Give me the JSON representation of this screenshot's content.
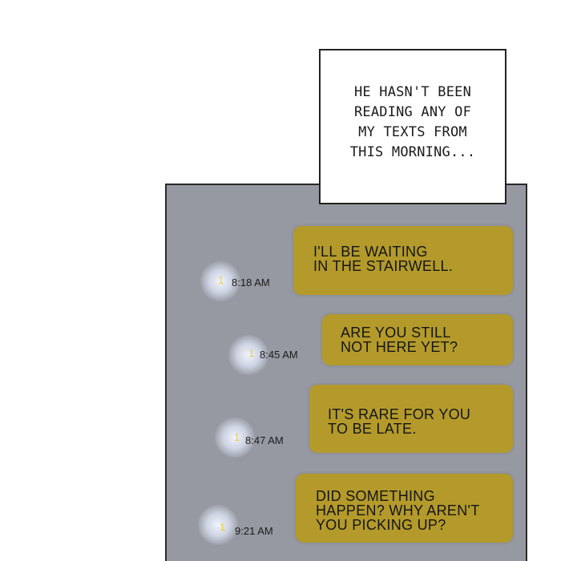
{
  "caption": {
    "text": "HE HASN'T BEEN\nREADING ANY OF\nMY TEXTS FROM\nTHIS MORNING..."
  },
  "messages": [
    {
      "text": "I'LL BE WAITING\nIN THE STAIRWELL.",
      "read_count": "1",
      "time": "8:18 AM"
    },
    {
      "text": "ARE YOU STILL\nNOT HERE YET?",
      "read_count": "1",
      "time": "8:45 AM"
    },
    {
      "text": "IT'S RARE FOR YOU\nTO BE LATE.",
      "read_count": "1",
      "time": "8:47 AM"
    },
    {
      "text": "DID SOMETHING\nHAPPEN? WHY AREN'T\nYOU PICKING UP?",
      "read_count": "1",
      "time": "9:21 AM"
    }
  ],
  "colors": {
    "bubble": "#b39a2b",
    "screen": "#9699a2",
    "unread_indicator": "#e8d03a"
  }
}
